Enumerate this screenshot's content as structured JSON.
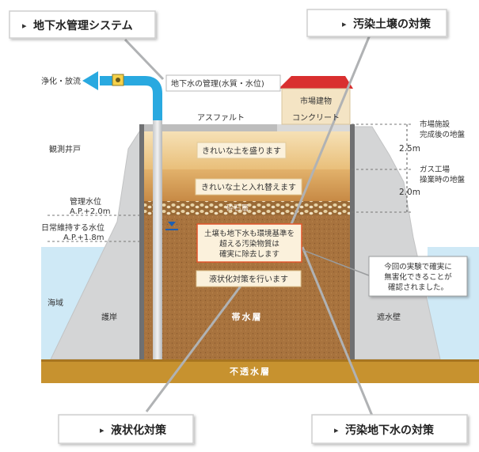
{
  "callouts": {
    "groundwater_system": "地下水管理システム",
    "soil_measures": "汚染土壌の対策",
    "liquefaction_measures": "液状化対策",
    "groundwater_measures": "汚染地下水の対策"
  },
  "labels": {
    "purify_discharge": "浄化・放流",
    "groundwater_management": "地下水の管理(水質・水位)",
    "market_building": "市場建物",
    "asphalt": "アスファルト",
    "concrete": "コンクリート",
    "observation_well": "観測井戸",
    "managed_level_line1": "管理水位",
    "managed_level_line2": "A.P.+2.0m",
    "daily_level_line1": "日常維持する水位",
    "daily_level_line2": "A.P.+1.8m",
    "sea_area": "海域",
    "seawall": "護岸",
    "aquifer": "帯水層",
    "cutoff_wall": "遮水壁",
    "impermeable_layer": "不透水層",
    "crushed_stone_layer": "砕石層",
    "market_ground_line1": "市場施設",
    "market_ground_line2": "完成後の地盤",
    "gas_ground_line1": "ガス工場",
    "gas_ground_line2": "操業時の地盤",
    "height_upper": "2.5m",
    "height_lower": "2.0m"
  },
  "boxes": {
    "fill_clean_soil": "きれいな土を盛ります",
    "replace_clean_soil": "きれいな土と入れ替えます",
    "remove_line1": "土壌も地下水も環境基準を",
    "remove_line2": "超える汚染物質は",
    "remove_line3": "確実に除去します",
    "liquefaction": "液状化対策を行います",
    "note_line1": "今回の実験で確実に",
    "note_line2": "無害化できることが",
    "note_line3": "確認されました。"
  },
  "colors": {
    "pipe_blue": "#29a9e0",
    "water_blue": "#cfe9f6",
    "wall_gray": "#cfd0d1",
    "sand_light": "#f3d9a8",
    "sand_mid": "#d9a45c",
    "aquifer_brown": "#a8733e",
    "impermeable": "#c7922f",
    "roof_red": "#d92f2f",
    "box_border_red": "#e2562b"
  }
}
